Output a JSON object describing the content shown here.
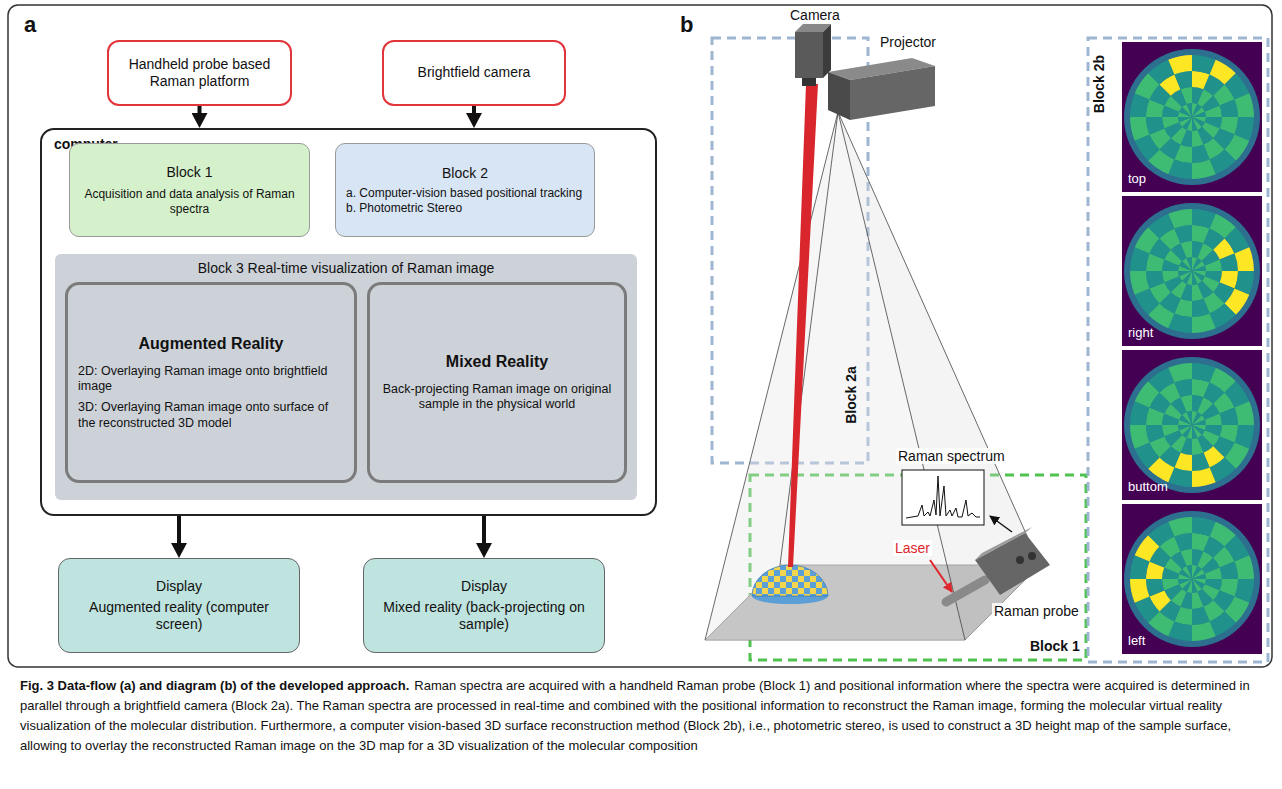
{
  "diagram": {
    "title": "Fig. 3 Data-flow (a) and diagram (b) of the developed approach.",
    "caption": "Raman spectra are acquired with a handheld Raman probe (Block 1) and positional information where the spectra were acquired is determined in parallel through a brightfield camera (Block 2a). The Raman spectra are processed in real-time and combined with the positional information to reconstruct the Raman image, forming the molecular virtual reality visualization of the molecular distribution. Furthermore, a computer vision-based 3D surface reconstruction method (Block 2b), i.e., photometric stereo, is used to construct a 3D height map of the sample surface, allowing to overlay the reconstructed Raman image on the 3D map for a 3D visualization of the molecular composition",
    "nodes": [
      {
        "text": [
          "Handheld probe based Raman platform"
        ]
      },
      {
        "text": [
          "Brightfield camera"
        ]
      },
      {
        "text": [
          "computer"
        ]
      },
      {
        "text": [
          "Block 1",
          "Acquisition and data analysis of Raman spectra"
        ],
        "in": 2
      },
      {
        "text": [
          "Block 2",
          "a. Computer-vision based positional tracking",
          "b. Photometric Stereo"
        ],
        "in": 2
      },
      {
        "text": [
          "Block 3 Real-time visualization of Raman image"
        ],
        "in": 2
      },
      {
        "text": [
          "Augmented Reality",
          "2D: Overlaying Raman image onto brightfield image",
          "3D: Overlaying Raman image onto surface of the reconstructed 3D model"
        ],
        "in": 5
      },
      {
        "text": [
          "Mixed Reality",
          "Back-projecting Raman image on original sample in the physical world"
        ],
        "in": 5
      },
      {
        "text": [
          "Display",
          "Augmented reality (computer screen)"
        ]
      },
      {
        "text": [
          "Display",
          "Mixed reality (back-projecting on sample)"
        ]
      }
    ],
    "edges": [
      {
        "from": 0,
        "to": 2,
        "arrow": "to"
      },
      {
        "from": 1,
        "to": 2,
        "arrow": "to"
      },
      {
        "from": 2,
        "to": 8,
        "arrow": "to"
      },
      {
        "from": 2,
        "to": 9,
        "arrow": "to"
      }
    ],
    "labels": [
      "a",
      "b",
      "Camera",
      "Projector",
      "Block 2a",
      "Raman spectrum",
      "Laser",
      "Raman probe",
      "Block 1",
      "Block 2b",
      "top",
      "right",
      "buttom",
      "left"
    ]
  }
}
